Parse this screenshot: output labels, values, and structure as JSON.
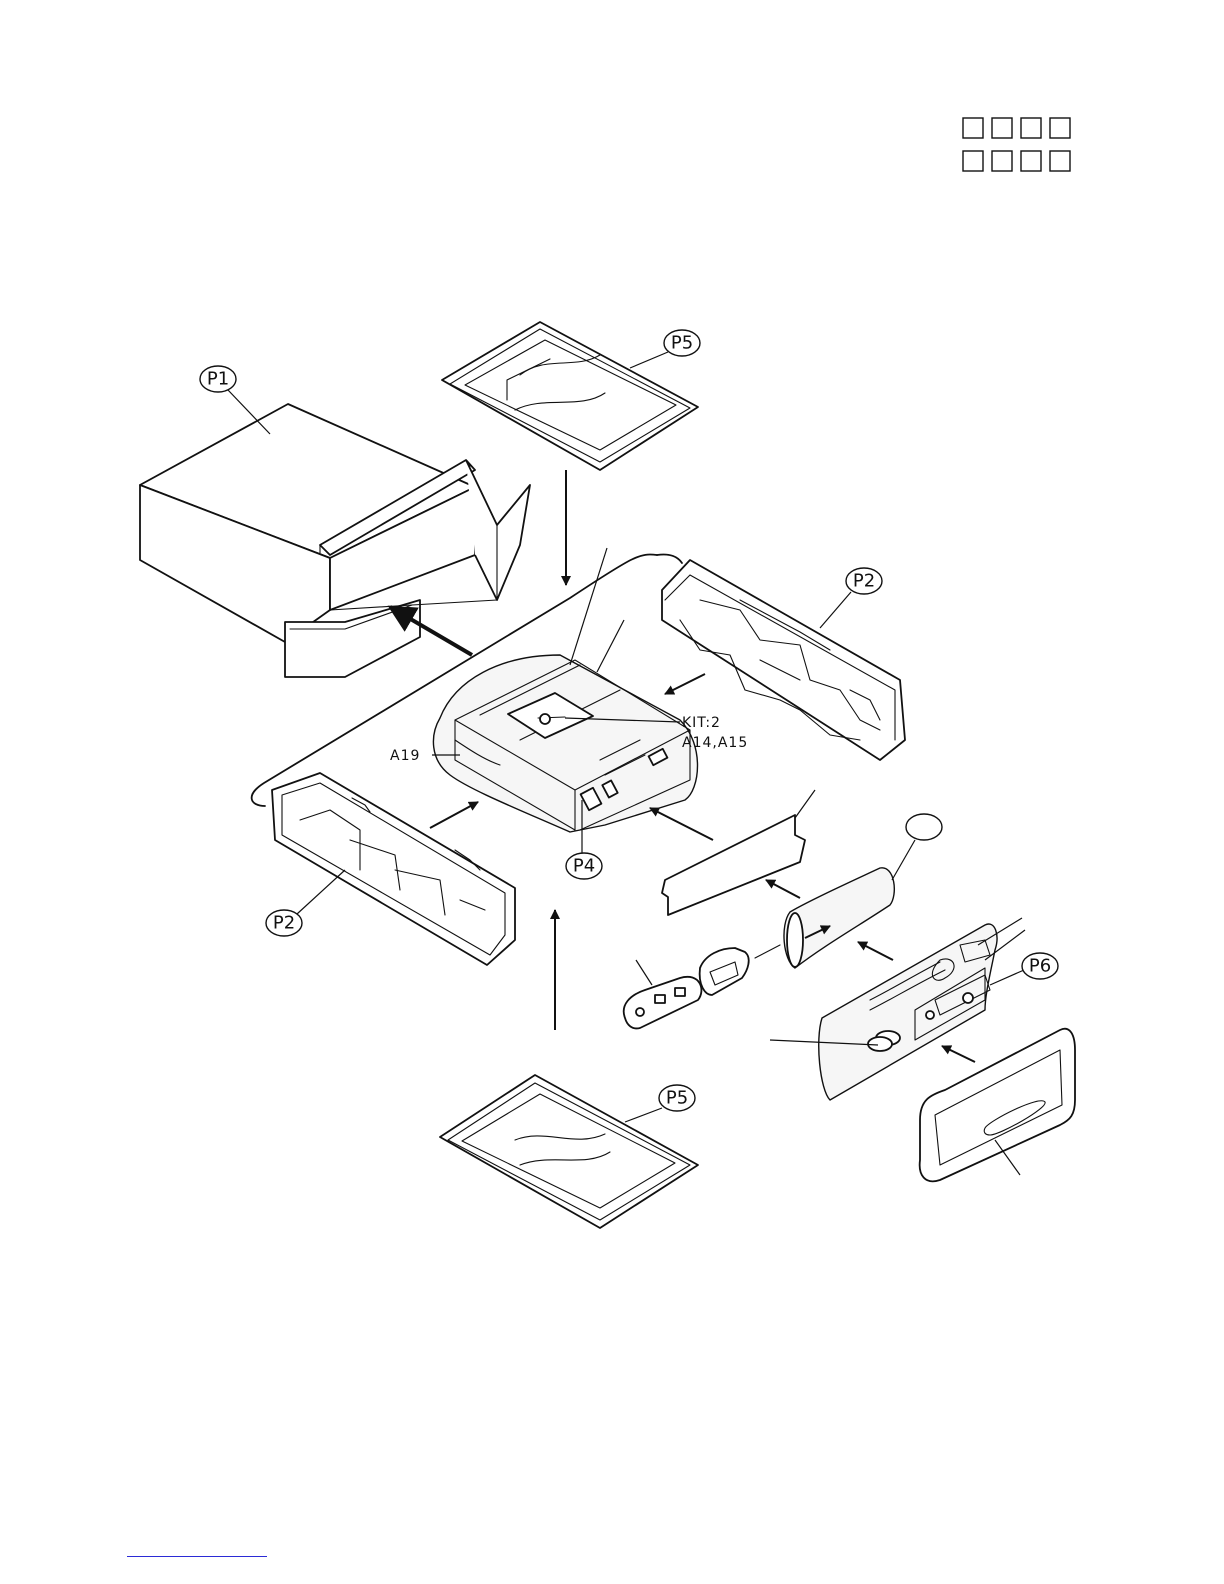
{
  "callouts": {
    "p1": "P1",
    "p2_right": "P2",
    "p2_left": "P2",
    "p4": "P4",
    "p5_top": "P5",
    "p5_bottom": "P5",
    "p6": "P6",
    "blank": ""
  },
  "labels": {
    "kit_line1": "KIT:2",
    "kit_line2": "A14,A15",
    "a19": "A19"
  },
  "colors": {
    "line": "#111111",
    "background": "#ffffff",
    "footer_rule": "#2b2bd6"
  }
}
